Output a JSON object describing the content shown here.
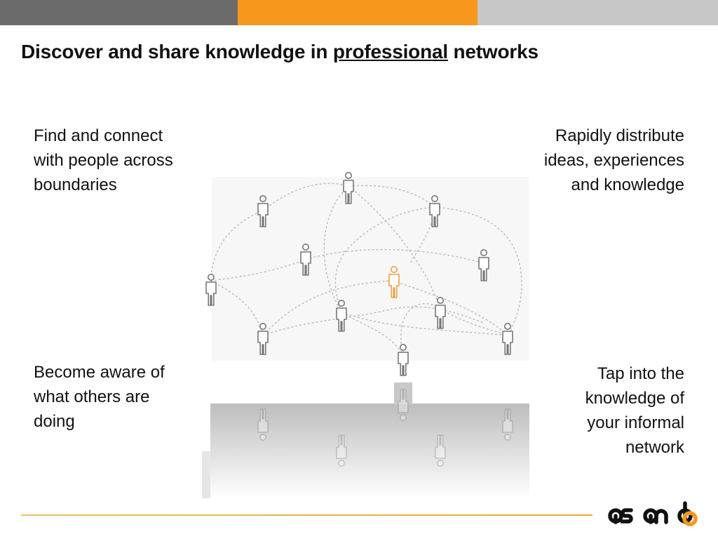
{
  "colors": {
    "bar_dark": "#6b6b6b",
    "bar_orange": "#f7981d",
    "bar_light": "#c7c7c7",
    "accent": "#e8a63a",
    "person_gray": "#777777",
    "person_highlight": "#f0a040",
    "link": "#bdbdbd"
  },
  "header": {
    "title_before": "Discover and share knowledge in ",
    "title_emph": "professional",
    "title_after": " networks"
  },
  "quadrants": {
    "top_left": [
      "Find and connect",
      "with people across",
      "boundaries"
    ],
    "top_right": [
      "Rapidly distribute",
      "ideas, experiences",
      "and knowledge"
    ],
    "bottom_left": [
      "Become aware of",
      "what others are",
      "doing"
    ],
    "bottom_right": [
      "Tap into the",
      "knowledge of",
      "your informal",
      "network"
    ]
  },
  "icons": {
    "person": "person-icon",
    "logo": "asando-logo"
  },
  "logo_text": "asando"
}
